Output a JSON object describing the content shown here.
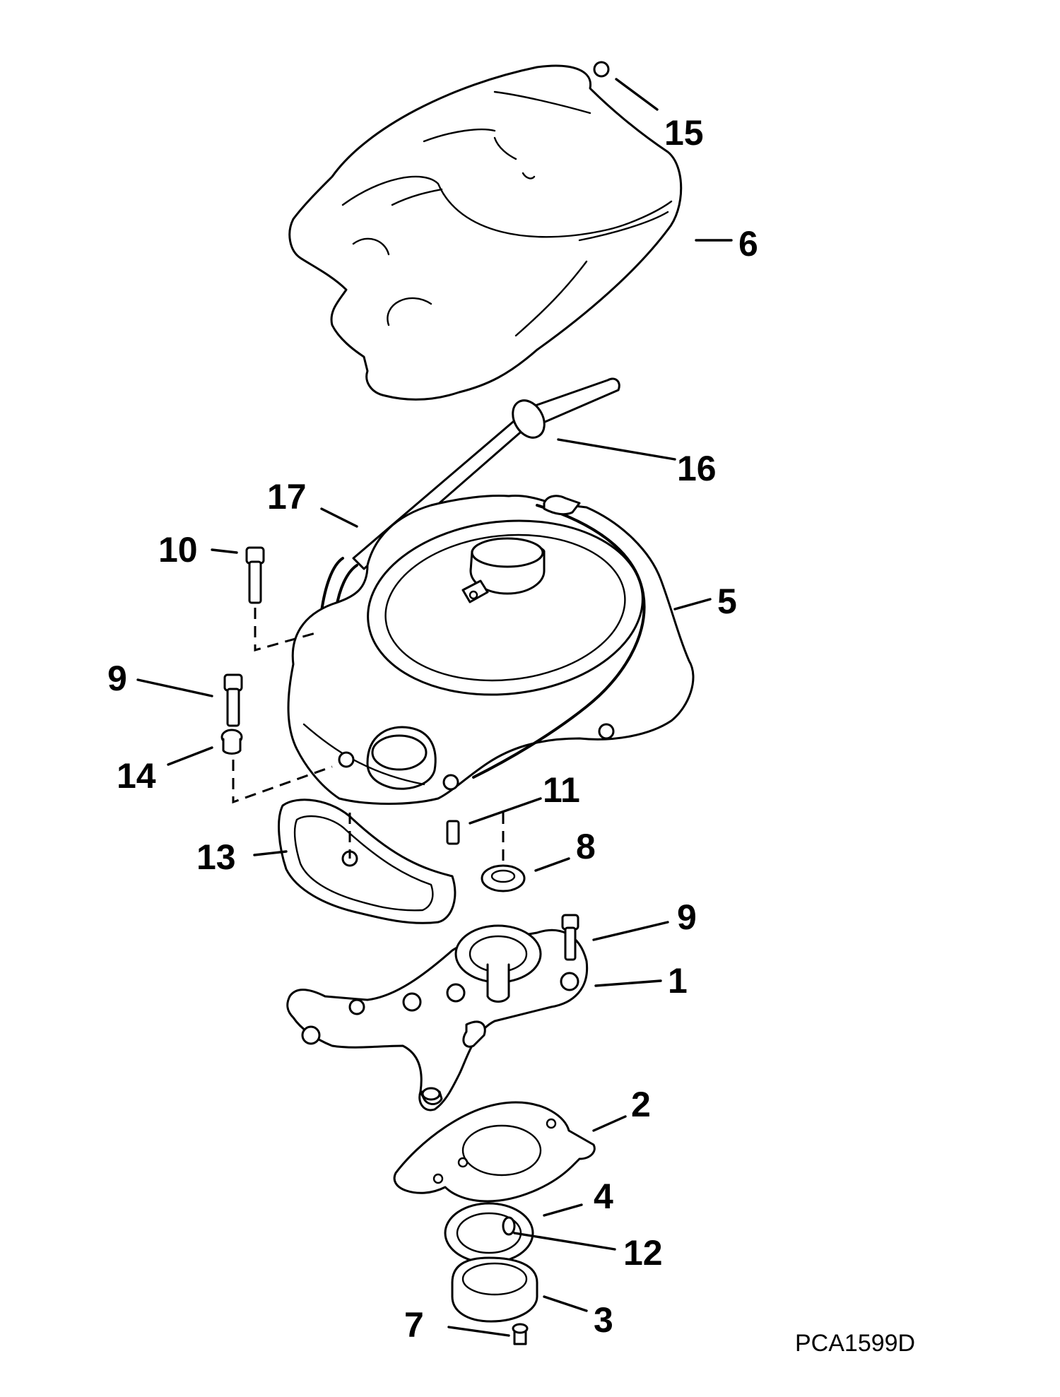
{
  "drawing_code": "PCA1599D",
  "callouts": [
    {
      "label": "15"
    },
    {
      "label": "6"
    },
    {
      "label": "16"
    },
    {
      "label": "17"
    },
    {
      "label": "10"
    },
    {
      "label": "5"
    },
    {
      "label": "9"
    },
    {
      "label": "14"
    },
    {
      "label": "11"
    },
    {
      "label": "13"
    },
    {
      "label": "8"
    },
    {
      "label": "9"
    },
    {
      "label": "1"
    },
    {
      "label": "2"
    },
    {
      "label": "4"
    },
    {
      "label": "12"
    },
    {
      "label": "7"
    },
    {
      "label": "3"
    }
  ]
}
